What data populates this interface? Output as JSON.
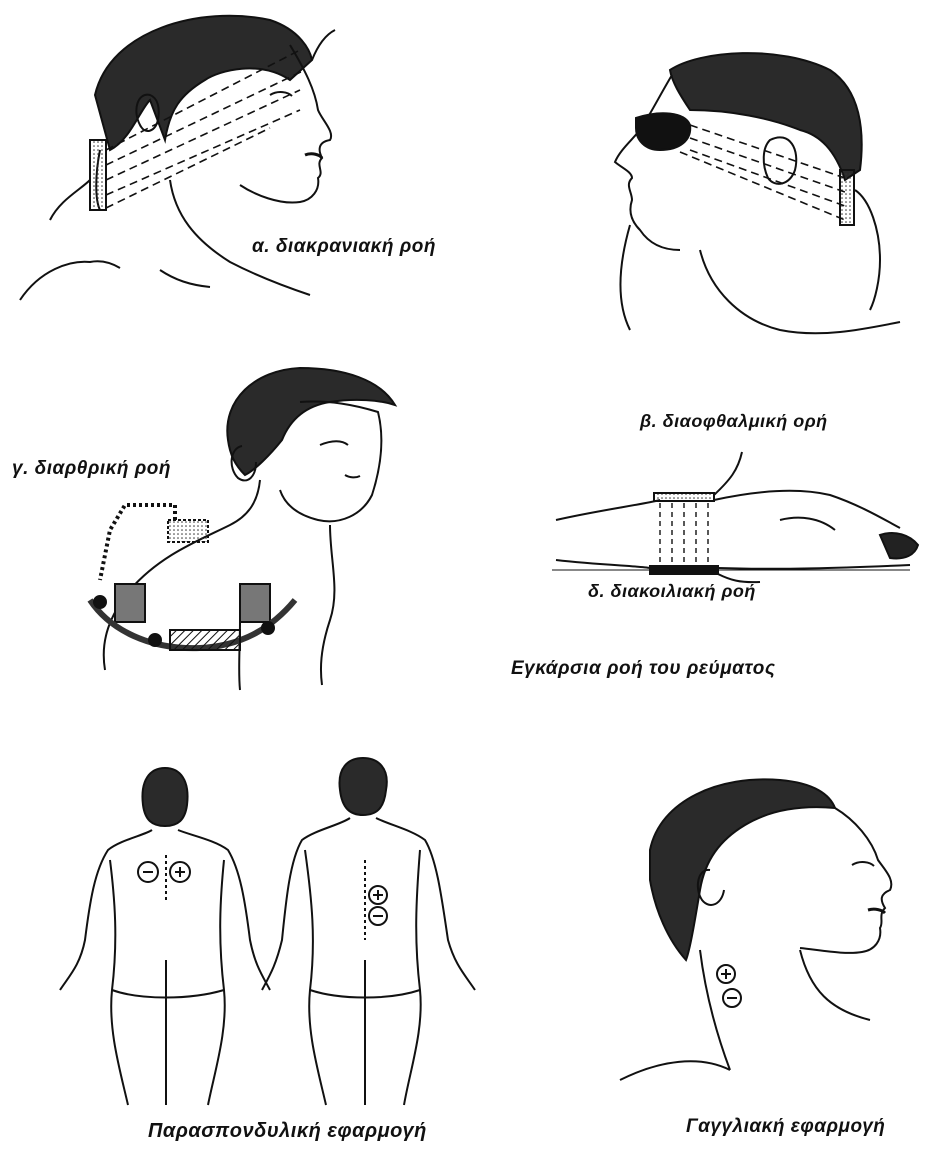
{
  "labels": {
    "a_transcranial": "α. διακρανιακή ροή",
    "b_transocular": "β. διαοφθαλμική ορή",
    "g_transarticular": "γ. διαρθρική ροή",
    "d_transabdominal": "δ. διακοιλιακή ροή",
    "transverse_title": "Εγκάρσια ροή του ρεύματος",
    "paravertebral": "Παρασπονδυλική εφαρμογή",
    "ganglionic": "Γαγγλιακή εφαρμογή"
  },
  "polarity_symbols": {
    "plus": "+",
    "minus": "−"
  }
}
